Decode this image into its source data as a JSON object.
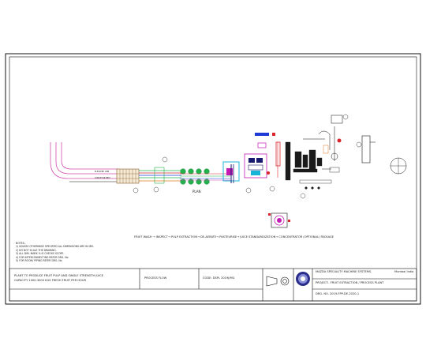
{
  "notes": {
    "heading": "NOTES:-",
    "items": [
      "1) UNLESS OTHERWISE SPECIFIED ALL DIMENSIONS ARE IN MM.",
      "2) DO NOT SCALE THE DRAWING.",
      "3) ALL DIM. MARK % IS CHECKS SCOPE.",
      "4) FOR INTERCONNECTING REFER DRG. No",
      "5) FOR ROOM/ PIPING REFER DRG. No"
    ]
  },
  "process_flow_line": "FRUIT WASH  →  INSPECT→ PULP EXTRACTION→ DE-AERATE→ PASTEURISE→  JUICE STANDARDIZATION→ CONCENTRATOR (OPTIONAL)  PACKAGE",
  "plan_label": "PLAN",
  "conveyor_labels": [
    "ELEVATED LINE",
    "CONVEYOR BELT"
  ],
  "title_block": {
    "project_desc_line1": "PLANT TO PRODUCE FRUIT PULP AND SINGLE STRENGTH JUICE",
    "project_desc_line2": "CAPACITY 1000-3000 KGS FRESH FRUIT PER HOUR",
    "drawing_type": "PROCESS FLOW",
    "code": "CODE:  DSPL 2019J/MG",
    "company": "MAZDA SPECIALITY MACHINE SYSTEMS.",
    "company_city": "Mumbai India",
    "project": "PROJECT:- FRUIT EXTRACTION / PROCESS PLANT",
    "drg_no": "DRG. NO.       2019-FPP-DE-2020-1"
  },
  "colors": {
    "border": "#111111",
    "pipe_pink": "#d24bb0",
    "green": "#22b14c",
    "blue": "#1f3bd6",
    "cyan": "#18b4d8",
    "red": "#d8242a",
    "orange": "#e0781a",
    "magenta": "#c21ab3",
    "navy": "#1a1a6e"
  }
}
